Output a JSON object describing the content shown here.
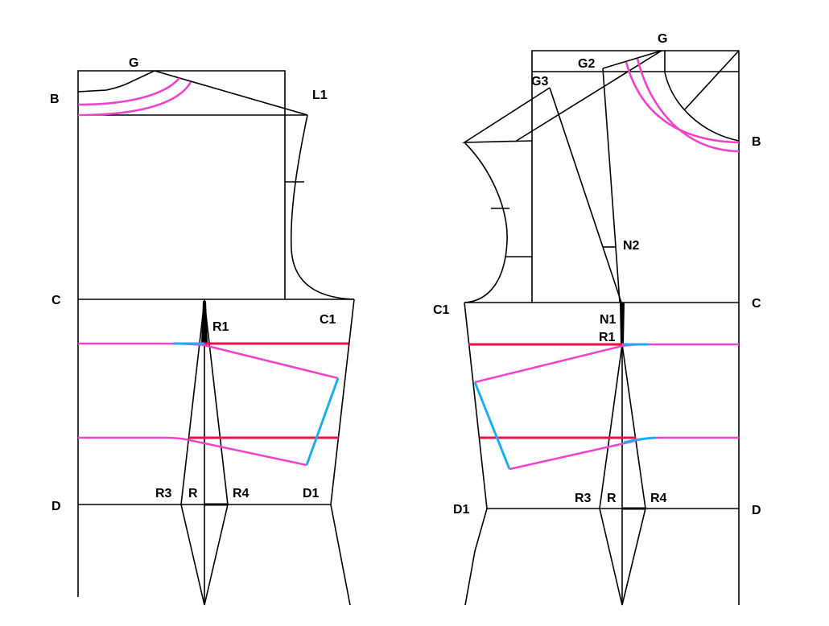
{
  "colors": {
    "line": "#000000",
    "curve": "#ee44cc",
    "guide": "#ee1144",
    "dart": "#22aaee"
  },
  "back": {
    "labels": {
      "G": "G",
      "B": "B",
      "L1": "L1",
      "C": "C",
      "C1": "C1",
      "R1": "R1",
      "D": "D",
      "R3": "R3",
      "R": "R",
      "R4": "R4",
      "D1": "D1"
    }
  },
  "front": {
    "labels": {
      "G": "G",
      "G2": "G2",
      "G3": "G3",
      "B": "B",
      "N2": "N2",
      "C1": "C1",
      "N1": "N1",
      "R1": "R1",
      "C": "C",
      "D1": "D1",
      "R3": "R3",
      "R": "R",
      "R4": "R4",
      "D": "D"
    }
  }
}
